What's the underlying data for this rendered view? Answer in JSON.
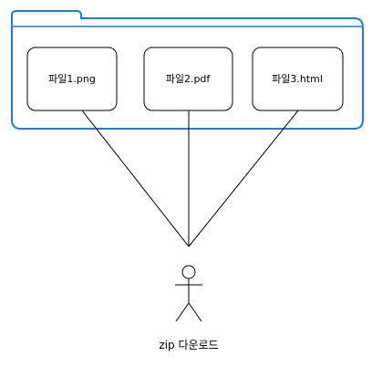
{
  "folder": {
    "files": [
      {
        "name": "파일1.png"
      },
      {
        "name": "파일2.pdf"
      },
      {
        "name": "파일3.html"
      }
    ]
  },
  "actor": {
    "label": "zip 다운로드",
    "icon": "stick-figure-icon"
  },
  "colors": {
    "folder_stroke": "#1a7ee6",
    "box_stroke": "#000000",
    "line": "#000000"
  }
}
